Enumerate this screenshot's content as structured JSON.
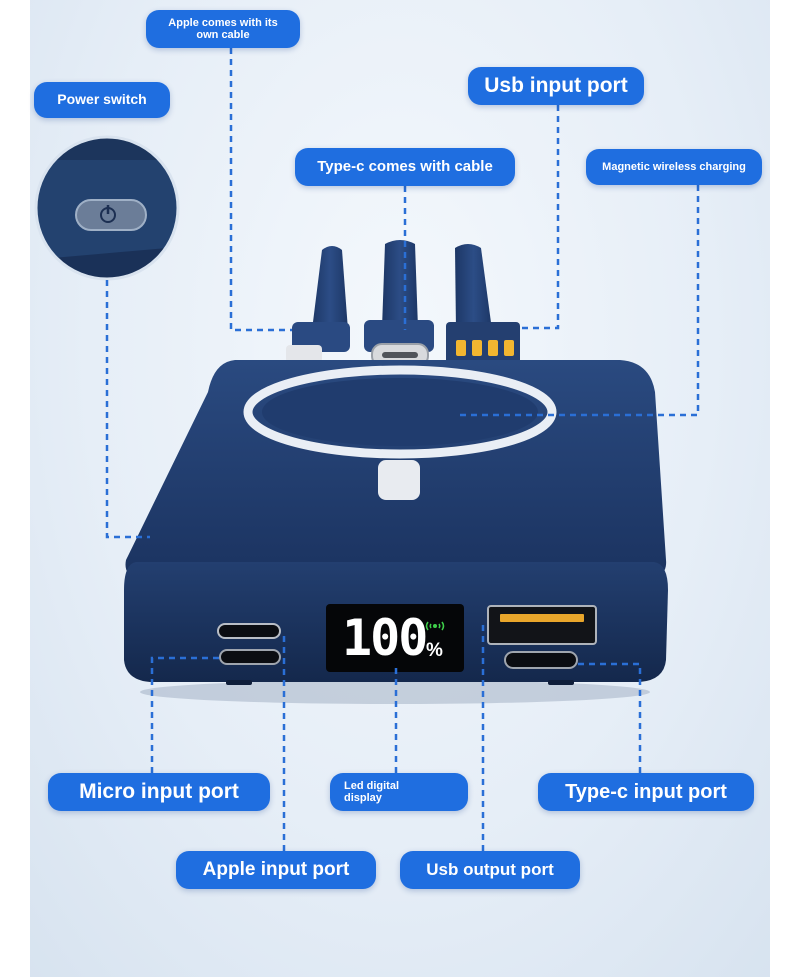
{
  "callouts": {
    "apple_cable": {
      "line1": "Apple comes with its",
      "line2": "own cable"
    },
    "power_switch": "Power switch",
    "usb_input_port": "Usb input port",
    "typec_cable": "Type-c comes with cable",
    "magnetic_wireless": "Magnetic wireless charging",
    "micro_input_port": "Micro input port",
    "led_display": {
      "line1": "Led digital",
      "line2": "display"
    },
    "typec_input_port": "Type-c input port",
    "apple_input_port": "Apple input port",
    "usb_output_port": "Usb output port"
  },
  "display": {
    "value": "100",
    "unit": "%"
  },
  "colors": {
    "callout_bg": "#1f6ee0",
    "device_body": "#1f3a6a",
    "leader_line": "#2a6fd6",
    "display_bg": "#050608",
    "wireless_indicator": "#3ecf4a"
  }
}
